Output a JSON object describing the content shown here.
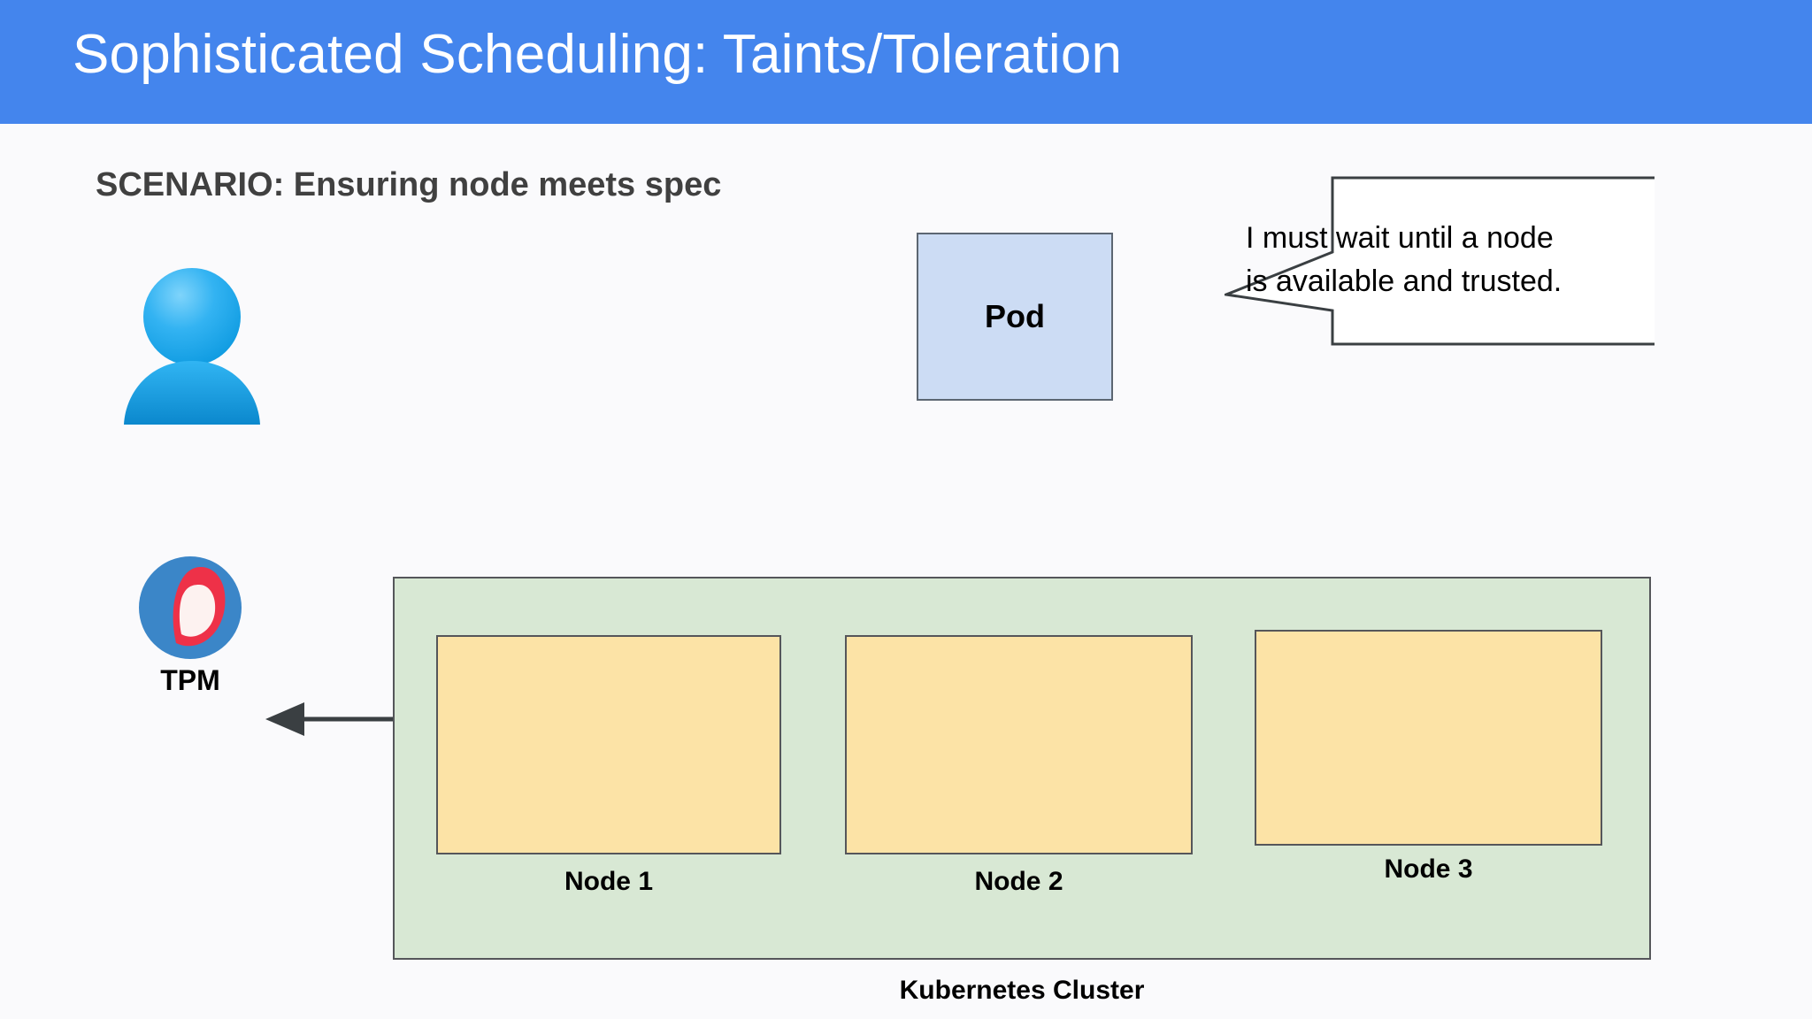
{
  "slide": {
    "title": "Sophisticated Scheduling: Taints/Toleration",
    "scenario_heading": "SCENARIO: Ensuring node meets spec"
  },
  "colors": {
    "title_bar": "#4485ed",
    "page_background": "#fafafc",
    "pod_fill": "#ccdcf4",
    "cluster_fill": "#d8e8d4",
    "node_fill": "#fce3a6",
    "shape_stroke": "#55565a",
    "heading_text": "#404040",
    "avatar_blue": "#25a8f0",
    "tpm_blue": "#3b86c8",
    "tpm_red": "#ee3148"
  },
  "actors": {
    "user": {
      "icon": "user-avatar-icon"
    },
    "tpm": {
      "icon": "tpm-icon",
      "label": "TPM"
    }
  },
  "pod": {
    "label": "Pod"
  },
  "speech_bubble": {
    "line1": "I must wait until a node",
    "line2": "is available and trusted."
  },
  "cluster": {
    "label": "Kubernetes Cluster",
    "nodes": [
      {
        "label": "Node 1"
      },
      {
        "label": "Node 2"
      },
      {
        "label": "Node 3"
      }
    ]
  },
  "connector": {
    "name": "cluster-to-tpm-arrow",
    "direction": "left"
  }
}
